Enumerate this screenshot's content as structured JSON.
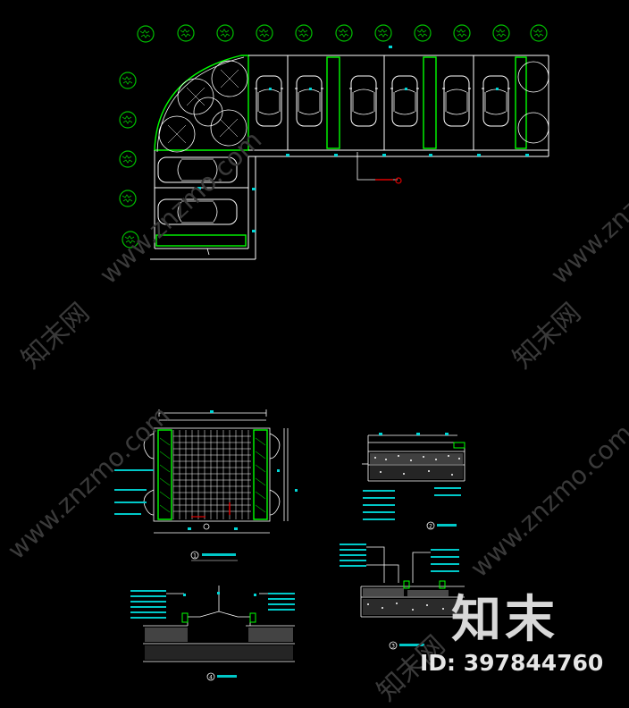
{
  "drawing": {
    "background": "#000000",
    "colors": {
      "line": "#ffffff",
      "tree": "#00c000",
      "planter": "#00ff00",
      "dimension": "#00d7d7",
      "callout": "#e00000",
      "label_bar": "#00c8c8"
    },
    "parking_plan": {
      "top_row_stalls": 6,
      "side_stalls": 2,
      "tree_icon": "tree-symbol-icon",
      "car_icon": "car-symbol-icon"
    },
    "detail_titles": {
      "plan": "1",
      "section_a": "2",
      "section_b": "3",
      "section_c": "4"
    }
  },
  "watermarks": {
    "url_text": "www.znzmo.com",
    "cn_text": "知末网",
    "brand_text": "知末",
    "id_text": "ID: 397844760"
  }
}
